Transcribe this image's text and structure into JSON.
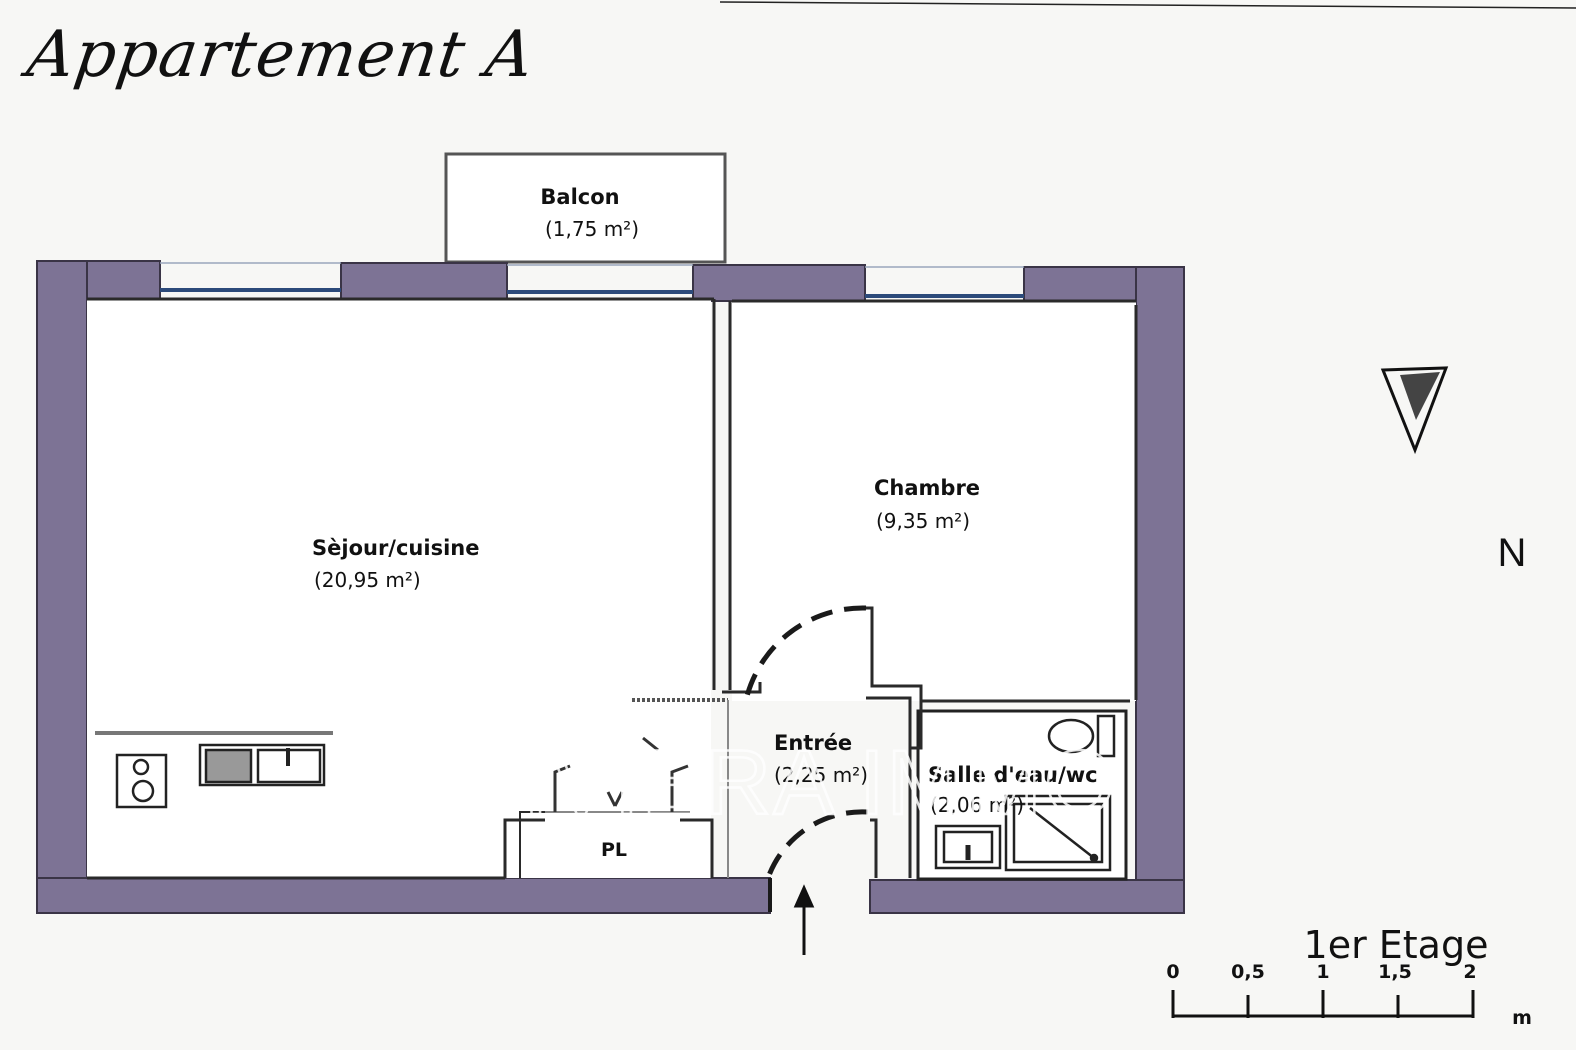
{
  "title": "Appartement A",
  "rooms": {
    "balcon": {
      "name": "Balcon",
      "area": "(1,75 m²)"
    },
    "sejour": {
      "name": "Sèjour/cuisine",
      "area": "(20,95 m²)"
    },
    "chambre": {
      "name": "Chambre",
      "area": "(9,35 m²)"
    },
    "entree": {
      "name": "Entrée",
      "area": "(2,25 m²)"
    },
    "salle": {
      "name": "Salle d'eau/wc",
      "area": "(2,06 m²)"
    },
    "placard": {
      "name": "PL"
    }
  },
  "north": {
    "label": "N"
  },
  "floor_label": "1er Etage",
  "scale": {
    "ticks": [
      "0",
      "0,5",
      "1",
      "1,5",
      "2"
    ],
    "unit": "m"
  },
  "watermark": "RIVIERA IMMO",
  "colors": {
    "wall": "#7d7395",
    "wall_outline": "#3a3446",
    "window": "#2c4a7a",
    "background": "#f7f7f5"
  }
}
